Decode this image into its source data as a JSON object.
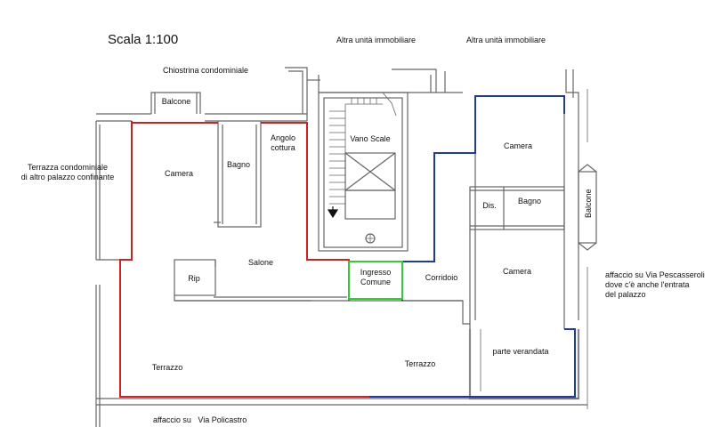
{
  "scale": "Scala 1:100",
  "neighbors": {
    "unit_left": "Altra unità immobiliare",
    "unit_right": "Altra unità immobiliare",
    "courtyard": "Chiostrina condominiale",
    "terrace_line1": "Terrazza condominiale",
    "terrace_line2": "di altro palazzo confinante"
  },
  "rooms": {
    "balcone_top": "Balcone",
    "camera_left": "Camera",
    "bagno_left": "Bagno",
    "angolo_line1": "Angolo",
    "angolo_line2": "cottura",
    "vano_scale": "Vano Scale",
    "camera_top_right": "Camera",
    "dis": "Dis.",
    "bagno_right": "Bagno",
    "balcone_right": "Balcone",
    "camera_right": "Camera",
    "salone": "Salone",
    "rip": "Rip",
    "ingresso_line1": "Ingresso",
    "ingresso_line2": "Comune",
    "corridoio": "Corridoio",
    "terrazzo_left": "Terrazzo",
    "terrazzo_right": "Terrazzo",
    "parte_verandata": "parte verandata"
  },
  "notes": {
    "affaccio_east_line1": "affaccio su Via Pescasseroli",
    "affaccio_east_line2": "dove c'è anche l'entrata",
    "affaccio_east_line3": "del palazzo",
    "affaccio_south": "affaccio su   Via Policastro"
  },
  "colors": {
    "unit_left_outline": "#cc2222",
    "unit_right_outline": "#1f3a9e",
    "common_entrance_outline": "#33cc33",
    "walls": "#555555"
  }
}
